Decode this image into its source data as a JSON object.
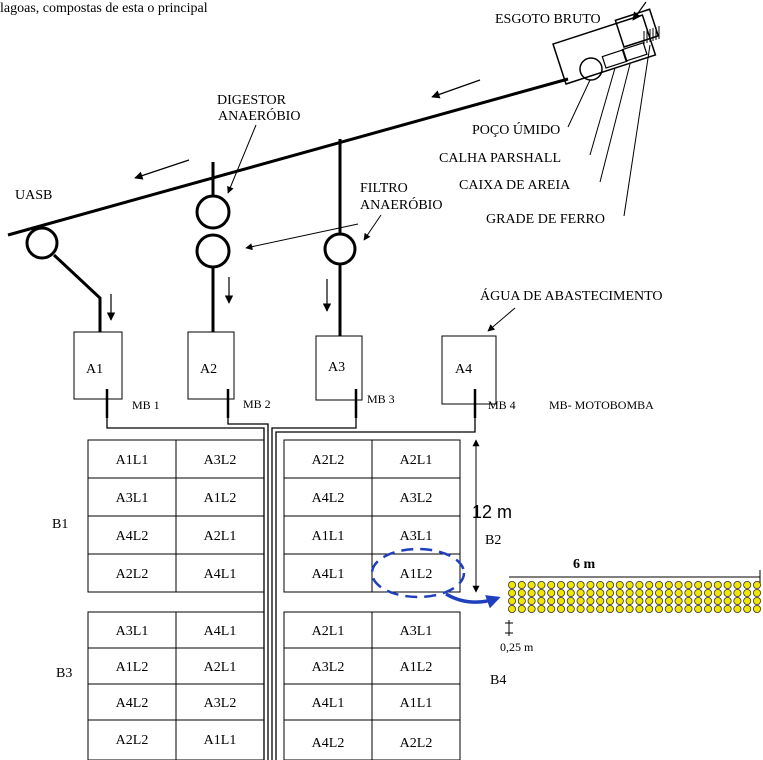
{
  "header_fragment": "lagoas, compostas de esta                                       o principal",
  "pipeline": {
    "esgoto_bruto": "ESGOTO BRUTO",
    "poco_umido": "POÇO ÚMIDO",
    "calha_parshall": "CALHA PARSHALL",
    "caixa_de_areia": "CAIXA DE AREIA",
    "grade_de_ferro": "GRADE DE FERRO",
    "digestor_line1": "DIGESTOR",
    "digestor_line2": "ANAERÓBIO",
    "filtro_line1": "FILTRO",
    "filtro_line2": "ANAERÓBIO",
    "uasb": "UASB",
    "agua_abastecimento": "ÁGUA DE ABASTECIMENTO"
  },
  "tanks": [
    {
      "label": "A1",
      "pump": "MB 1"
    },
    {
      "label": "A2",
      "pump": "MB 2"
    },
    {
      "label": "A3",
      "pump": "MB 3"
    },
    {
      "label": "A4",
      "pump": "MB 4"
    }
  ],
  "legend_motobomba": "MB- MOTOBOMBA",
  "blocks": {
    "B1": {
      "label": "B1",
      "rows": [
        [
          "A1L1",
          "A3L2"
        ],
        [
          "A3L1",
          "A1L2"
        ],
        [
          "A4L2",
          "A2L1"
        ],
        [
          "A2L2",
          "A4L1"
        ]
      ]
    },
    "B2": {
      "label": "B2",
      "rows": [
        [
          "A2L2",
          "A2L1"
        ],
        [
          "A4L2",
          "A3L2"
        ],
        [
          "A1L1",
          "A3L1"
        ],
        [
          "A4L1",
          "A1L2"
        ]
      ]
    },
    "B3": {
      "label": "B3",
      "rows": [
        [
          "A3L1",
          "A4L1"
        ],
        [
          "A1L2",
          "A2L1"
        ],
        [
          "A4L2",
          "A3L2"
        ],
        [
          "A2L2",
          "A1L1"
        ]
      ]
    },
    "B4": {
      "label": "B4",
      "rows": [
        [
          "A2L1",
          "A3L1"
        ],
        [
          "A3L2",
          "A1L2"
        ],
        [
          "A4L1",
          "A1L1"
        ],
        [
          "A4L2",
          "A2L2"
        ]
      ]
    }
  },
  "dimensions": {
    "block_length": "12 m",
    "row_length": "6 m",
    "plant_spacing": "0,25 m"
  },
  "plant_rows": {
    "rows": 4,
    "plants_per_row": 26,
    "plant_color": "#f2e600"
  },
  "colors": {
    "highlight": "#1f3fbf"
  }
}
